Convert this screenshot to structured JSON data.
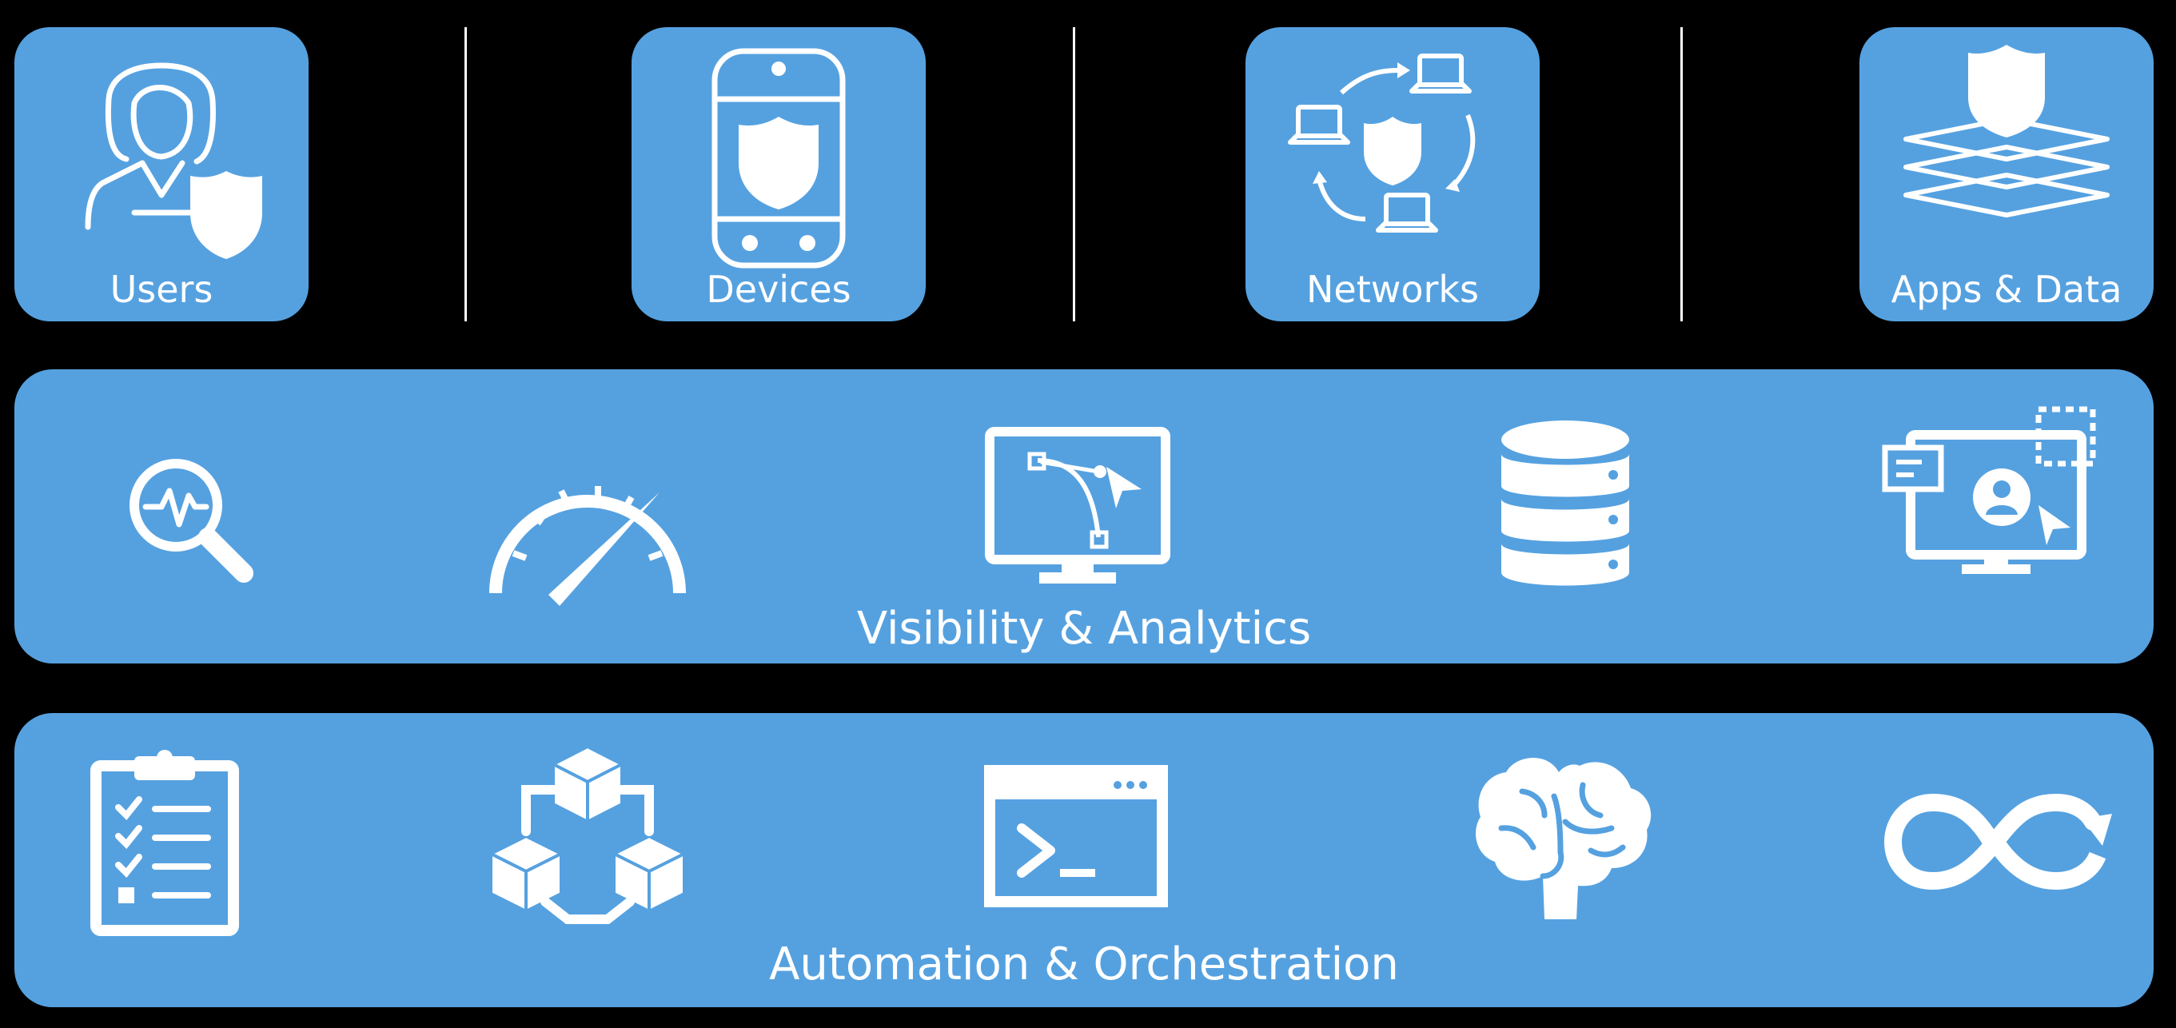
{
  "pillars": [
    {
      "label": "Users",
      "icon": "user-shield-icon"
    },
    {
      "label": "Devices",
      "icon": "mobile-shield-icon"
    },
    {
      "label": "Networks",
      "icon": "network-shield-icon"
    },
    {
      "label": "Apps & Data",
      "icon": "layers-shield-icon"
    }
  ],
  "visibility": {
    "label": "Visibility & Analytics",
    "icons": [
      "magnifier-pulse-icon",
      "speedometer-icon",
      "monitor-vector-icon",
      "database-icon",
      "monitor-user-cursor-icon"
    ]
  },
  "automation": {
    "label": "Automation & Orchestration",
    "icons": [
      "clipboard-checklist-icon",
      "cubes-network-icon",
      "terminal-window-icon",
      "brain-icon",
      "infinity-loop-icon"
    ]
  },
  "colors": {
    "tile": "#55a1e0",
    "background": "#000000",
    "foreground": "#ffffff"
  }
}
